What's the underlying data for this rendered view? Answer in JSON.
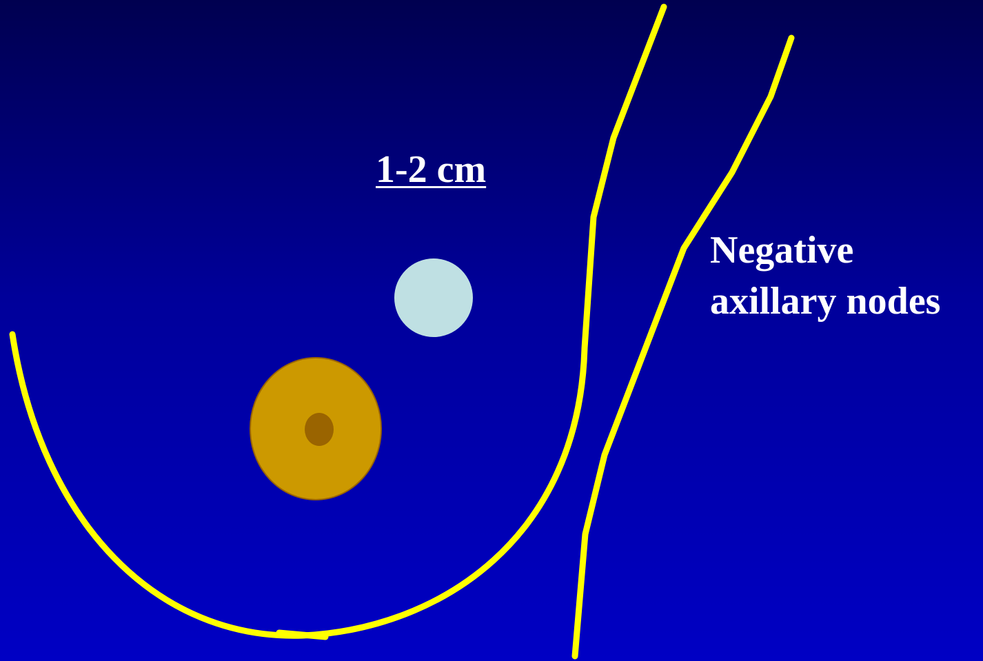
{
  "tumor_size_label": "1-2 cm",
  "nodes_label": {
    "line1": "Negative",
    "line2": "axillary nodes"
  },
  "colors": {
    "background_top": "#000050",
    "background_bottom": "#0000c4",
    "outline": "#ffff00",
    "tumor": "#bfe0e3",
    "areola": "#cc9900",
    "nipple": "#9a6400",
    "text": "#ffffff"
  },
  "icons": [
    "breast-outline-icon",
    "axilla-outline-icon",
    "tumor-icon",
    "areola-icon",
    "nipple-icon"
  ]
}
